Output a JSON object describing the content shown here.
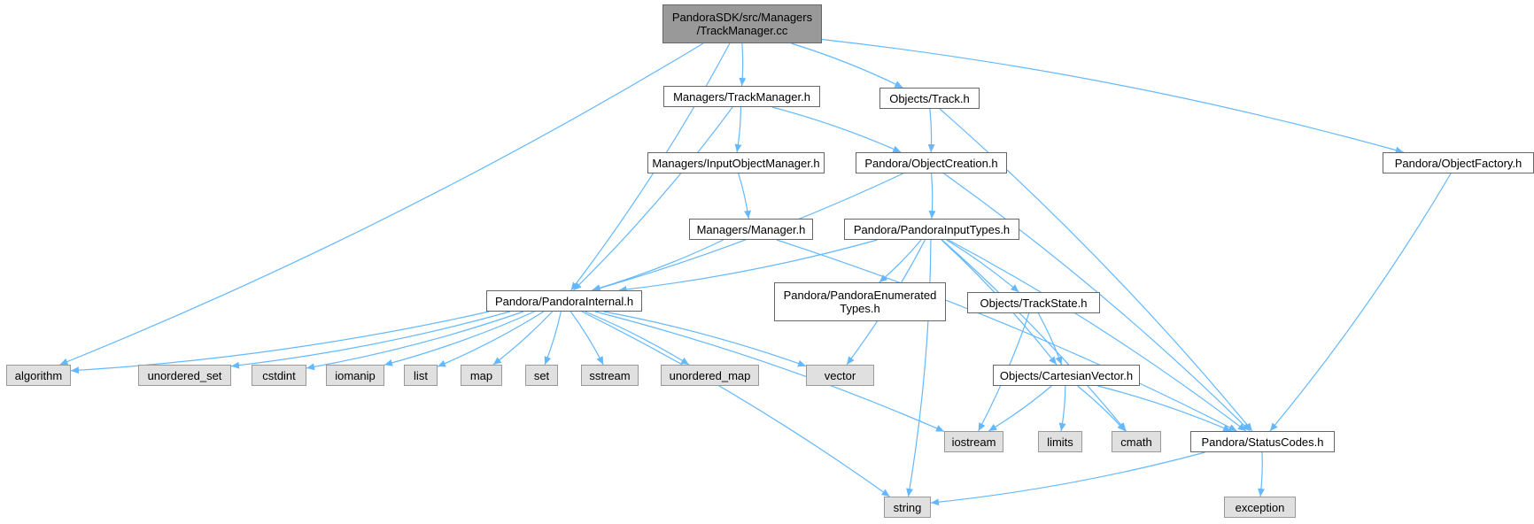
{
  "colors": {
    "edge": "#63b8ff",
    "root_fill": "#999999",
    "file_fill": "#ffffff",
    "system_fill": "#e0e0e0",
    "border": "#666666"
  },
  "nodes": {
    "root": "PandoraSDK/src/Managers\n/TrackManager.cc",
    "managers_trackmanager_h": "Managers/TrackManager.h",
    "objects_track_h": "Objects/Track.h",
    "managers_inputobjectmanager_h": "Managers/InputObjectManager.h",
    "pandora_objectcreation_h": "Pandora/ObjectCreation.h",
    "pandora_objectfactory_h": "Pandora/ObjectFactory.h",
    "managers_manager_h": "Managers/Manager.h",
    "pandora_pandorainputtypes_h": "Pandora/PandoraInputTypes.h",
    "pandora_pandorainternal_h": "Pandora/PandoraInternal.h",
    "pandora_pandoraenumeratedtypes_h": "Pandora/PandoraEnumerated\nTypes.h",
    "objects_trackstate_h": "Objects/TrackState.h",
    "objects_cartesianvector_h": "Objects/CartesianVector.h",
    "pandora_statuscodes_h": "Pandora/StatusCodes.h",
    "algorithm": "algorithm",
    "unordered_set": "unordered_set",
    "cstdint": "cstdint",
    "iomanip": "iomanip",
    "list": "list",
    "map": "map",
    "set": "set",
    "sstream": "sstream",
    "unordered_map": "unordered_map",
    "vector": "vector",
    "iostream": "iostream",
    "limits": "limits",
    "cmath": "cmath",
    "string": "string",
    "exception": "exception"
  },
  "edges": [
    [
      "root",
      "algorithm"
    ],
    [
      "root",
      "pandora_pandorainternal_h"
    ],
    [
      "root",
      "managers_trackmanager_h"
    ],
    [
      "root",
      "objects_track_h"
    ],
    [
      "root",
      "pandora_objectfactory_h"
    ],
    [
      "managers_trackmanager_h",
      "managers_inputobjectmanager_h"
    ],
    [
      "managers_trackmanager_h",
      "pandora_objectcreation_h"
    ],
    [
      "managers_trackmanager_h",
      "pandora_pandorainternal_h"
    ],
    [
      "objects_track_h",
      "pandora_objectcreation_h"
    ],
    [
      "objects_track_h",
      "pandora_statuscodes_h"
    ],
    [
      "pandora_objectfactory_h",
      "pandora_statuscodes_h"
    ],
    [
      "managers_inputobjectmanager_h",
      "managers_manager_h"
    ],
    [
      "pandora_objectcreation_h",
      "pandora_pandorainputtypes_h"
    ],
    [
      "pandora_objectcreation_h",
      "pandora_pandorainternal_h"
    ],
    [
      "pandora_objectcreation_h",
      "pandora_statuscodes_h"
    ],
    [
      "managers_manager_h",
      "pandora_pandorainternal_h"
    ],
    [
      "managers_manager_h",
      "pandora_statuscodes_h"
    ],
    [
      "pandora_pandorainputtypes_h",
      "pandora_pandorainternal_h"
    ],
    [
      "pandora_pandorainputtypes_h",
      "pandora_pandoraenumeratedtypes_h"
    ],
    [
      "pandora_pandorainputtypes_h",
      "objects_trackstate_h"
    ],
    [
      "pandora_pandorainputtypes_h",
      "objects_cartesianvector_h"
    ],
    [
      "pandora_pandorainputtypes_h",
      "pandora_statuscodes_h"
    ],
    [
      "pandora_pandorainputtypes_h",
      "cmath"
    ],
    [
      "pandora_pandorainputtypes_h",
      "vector"
    ],
    [
      "pandora_pandorainputtypes_h",
      "string"
    ],
    [
      "pandora_pandorainternal_h",
      "algorithm"
    ],
    [
      "pandora_pandorainternal_h",
      "unordered_set"
    ],
    [
      "pandora_pandorainternal_h",
      "cstdint"
    ],
    [
      "pandora_pandorainternal_h",
      "iomanip"
    ],
    [
      "pandora_pandorainternal_h",
      "list"
    ],
    [
      "pandora_pandorainternal_h",
      "map"
    ],
    [
      "pandora_pandorainternal_h",
      "set"
    ],
    [
      "pandora_pandorainternal_h",
      "sstream"
    ],
    [
      "pandora_pandorainternal_h",
      "unordered_map"
    ],
    [
      "pandora_pandorainternal_h",
      "vector"
    ],
    [
      "pandora_pandorainternal_h",
      "iostream"
    ],
    [
      "pandora_pandorainternal_h",
      "string"
    ],
    [
      "objects_trackstate_h",
      "objects_cartesianvector_h"
    ],
    [
      "objects_trackstate_h",
      "iostream"
    ],
    [
      "objects_cartesianvector_h",
      "iostream"
    ],
    [
      "objects_cartesianvector_h",
      "limits"
    ],
    [
      "objects_cartesianvector_h",
      "cmath"
    ],
    [
      "objects_cartesianvector_h",
      "pandora_statuscodes_h"
    ],
    [
      "pandora_statuscodes_h",
      "string"
    ],
    [
      "pandora_statuscodes_h",
      "exception"
    ]
  ]
}
